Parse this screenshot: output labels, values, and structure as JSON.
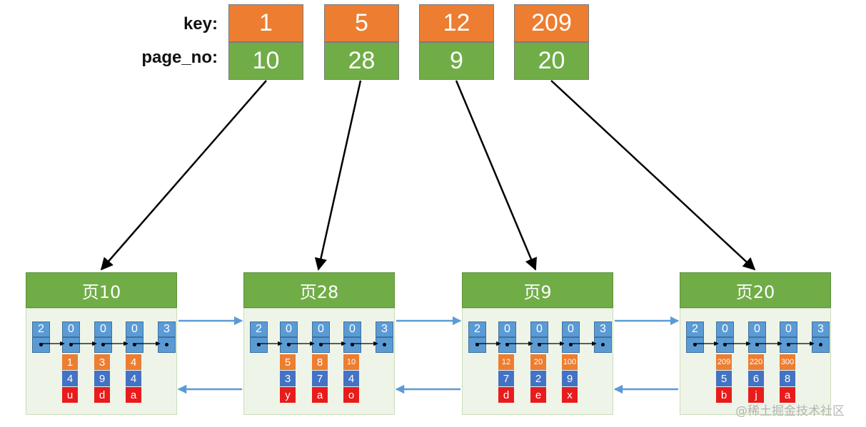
{
  "labels": {
    "key": "key:",
    "page_no": "page_no:"
  },
  "directory": [
    {
      "key": "1",
      "page_no": "10"
    },
    {
      "key": "5",
      "page_no": "28"
    },
    {
      "key": "12",
      "page_no": "9"
    },
    {
      "key": "209",
      "page_no": "20"
    }
  ],
  "pages": [
    {
      "title": "页10",
      "infimum": "2",
      "supremum": "3",
      "records": [
        {
          "n": "0",
          "key": "1",
          "a": "4",
          "b": "u"
        },
        {
          "n": "0",
          "key": "3",
          "a": "9",
          "b": "d"
        },
        {
          "n": "0",
          "key": "4",
          "a": "4",
          "b": "a"
        }
      ]
    },
    {
      "title": "页28",
      "infimum": "2",
      "supremum": "3",
      "records": [
        {
          "n": "0",
          "key": "5",
          "a": "3",
          "b": "y"
        },
        {
          "n": "0",
          "key": "8",
          "a": "7",
          "b": "a"
        },
        {
          "n": "0",
          "key": "10",
          "a": "4",
          "b": "o"
        }
      ]
    },
    {
      "title": "页9",
      "infimum": "2",
      "supremum": "3",
      "records": [
        {
          "n": "0",
          "key": "12",
          "a": "7",
          "b": "d"
        },
        {
          "n": "0",
          "key": "20",
          "a": "2",
          "b": "e"
        },
        {
          "n": "0",
          "key": "100",
          "a": "9",
          "b": "x"
        }
      ]
    },
    {
      "title": "页20",
      "infimum": "2",
      "supremum": "3",
      "records": [
        {
          "n": "0",
          "key": "209",
          "a": "5",
          "b": "b"
        },
        {
          "n": "0",
          "key": "220",
          "a": "6",
          "b": "j"
        },
        {
          "n": "0",
          "key": "300",
          "a": "8",
          "b": "a"
        }
      ]
    }
  ],
  "colors": {
    "key": "#ed7d31",
    "page_no": "#70ad47",
    "record": "#5b9bd5",
    "field_a": "#4472c4",
    "field_b": "#e81c1c",
    "link": "#5b9bd5"
  },
  "watermark": "@稀土掘金技术社区"
}
